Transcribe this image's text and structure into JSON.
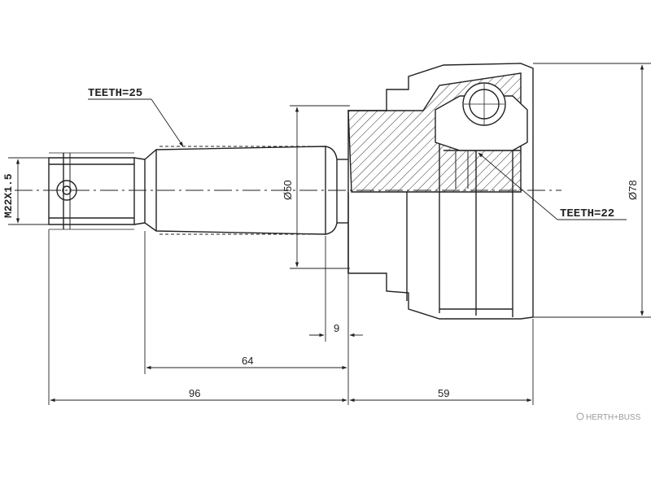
{
  "labels": {
    "teeth_left": "TEETH=25",
    "teeth_right": "TEETH=22",
    "thread": "M22X1.5",
    "shaft_dia": "Ø50",
    "outer_dia": "Ø78"
  },
  "dimensions": {
    "d9": "9",
    "d64": "64",
    "d96": "96",
    "d59": "59"
  },
  "watermark": "HERTH+BUSS",
  "colors": {
    "line": "#222222",
    "watermark": "#9a9a9a"
  }
}
